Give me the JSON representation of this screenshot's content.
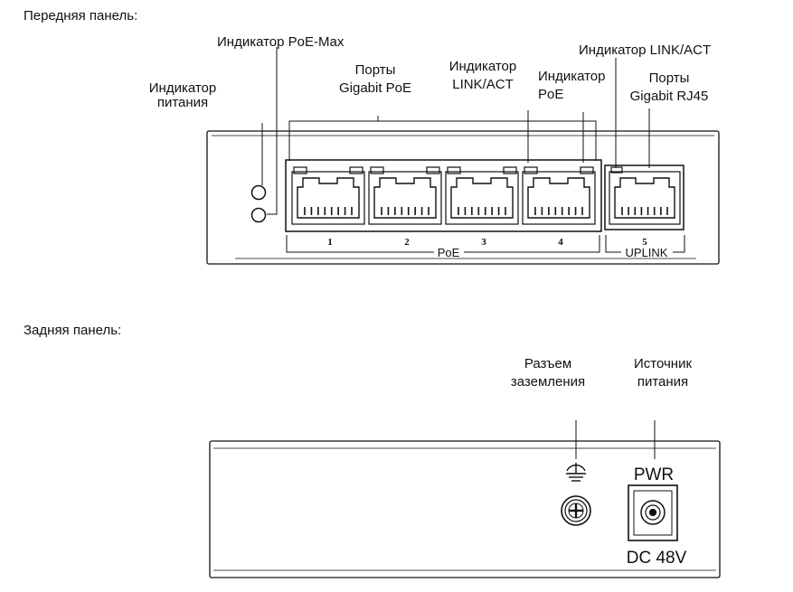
{
  "front": {
    "heading": "Передняя панель:",
    "labels": {
      "poe_max": "Индикатор PoE-Max",
      "power_l1": "Индикатор",
      "power_l2": "питания",
      "gig_poe_l1": "Порты",
      "gig_poe_l2": "Gigabit PoE",
      "link_act_l1": "Индикатор",
      "link_act_l2": "LINK/ACT",
      "poe_ind_l1": "Индикатор",
      "poe_ind_l2": "PoE",
      "link_act_top": "Индикатор LINK/ACT",
      "rj45_l1": "Порты",
      "rj45_l2": "Gigabit RJ45"
    },
    "ports": [
      "1",
      "2",
      "3",
      "4",
      "5"
    ],
    "group_poe": "PoE",
    "group_uplink": "UPLINK"
  },
  "rear": {
    "heading": "Задняя панель:",
    "labels": {
      "ground_l1": "Разъем",
      "ground_l2": "заземления",
      "supply_l1": "Источник",
      "supply_l2": "питания"
    },
    "pwr": "PWR",
    "dc": "DC 48V"
  }
}
